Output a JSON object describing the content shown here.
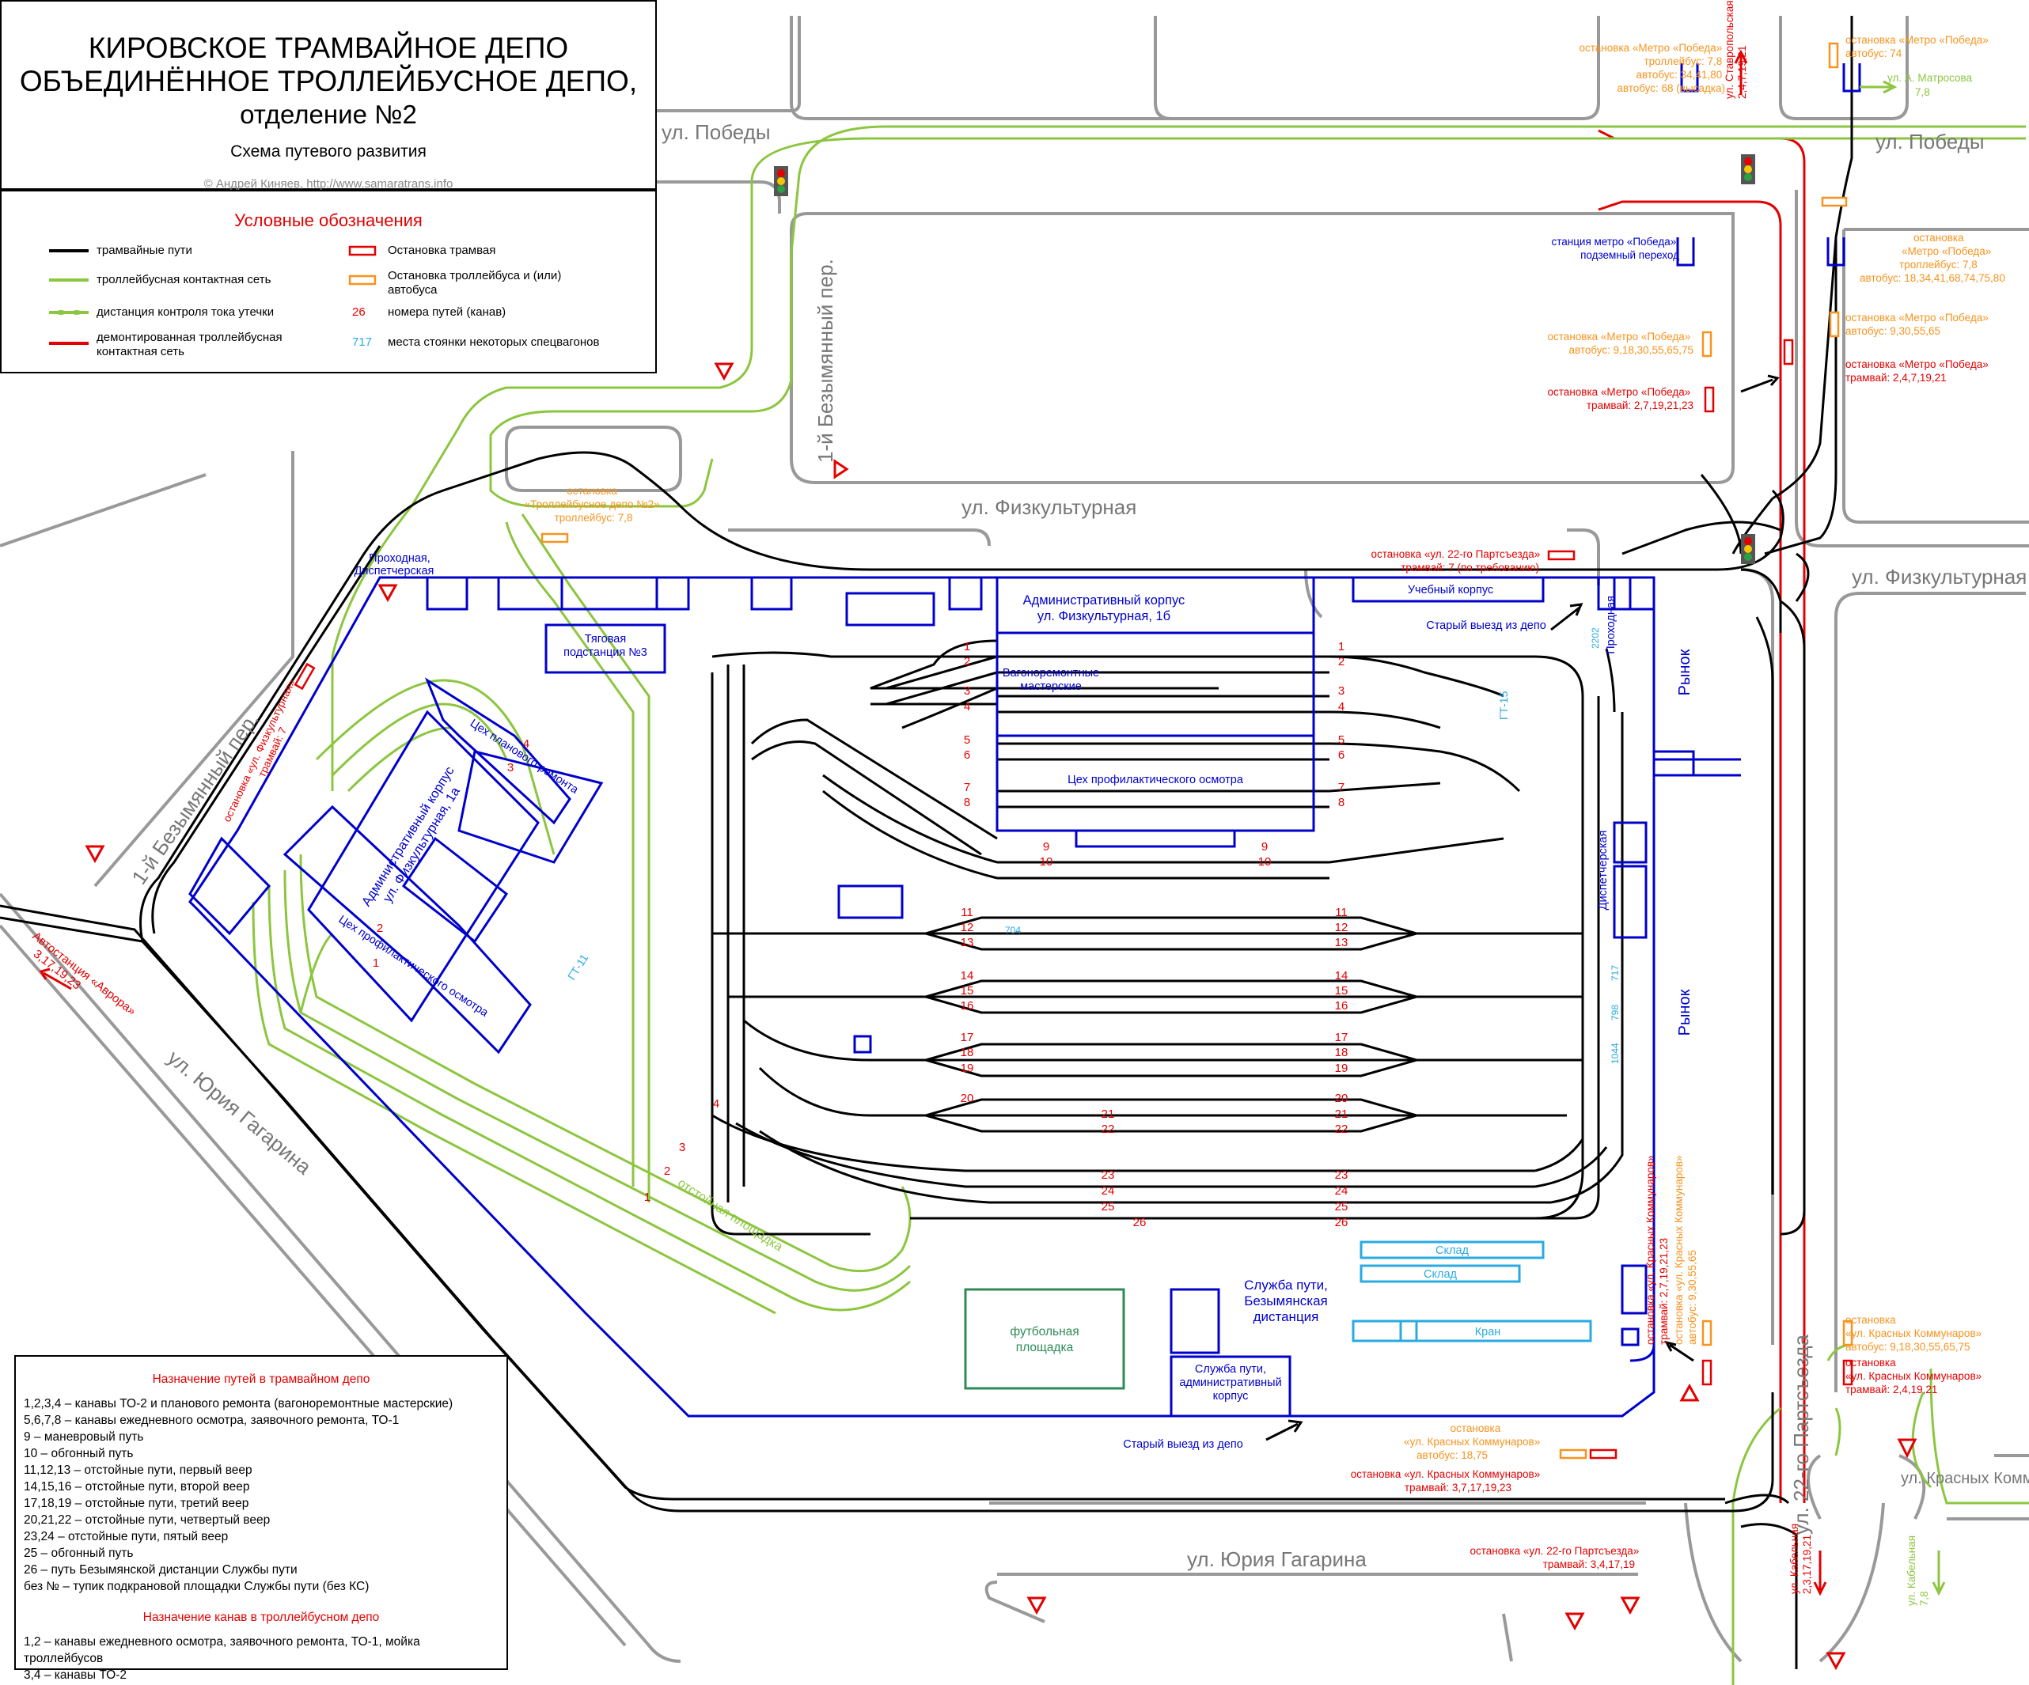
{
  "title": {
    "line1": "КИРОВСКОЕ ТРАМВАЙНОЕ ДЕПО",
    "line2": "ОБЪЕДИНЁННОЕ ТРОЛЛЕЙБУСНОЕ ДЕПО,",
    "line3": "отделение №2",
    "subtitle": "Схема путевого развития",
    "credit": "© Андрей Киняев, http://www.samaratrans.info"
  },
  "legend": {
    "title": "Условные обозначения",
    "items": [
      {
        "label": "трамвайные пути",
        "color": "#000000"
      },
      {
        "label": "троллейбусная контактная сеть",
        "color": "#8cc63f"
      },
      {
        "label": "дистанция контроля тока утечки",
        "color": "#8cc63f"
      },
      {
        "label": "демонтированная троллейбусная контактная сеть",
        "color": "#e30000"
      },
      {
        "label": "Остановка трамвая",
        "color": "#e30000"
      },
      {
        "label": "Остановка троллейбуса и (или) автобуса",
        "color": "#f7931e"
      },
      {
        "label": "номера путей (канав)",
        "sample": "26",
        "color": "#e30000"
      },
      {
        "label": "места стоянки некоторых спецвагонов",
        "sample": "717",
        "color": "#29abe2"
      }
    ]
  },
  "colors": {
    "tram": "#000000",
    "trolley": "#8cc63f",
    "removed": "#e30000",
    "building": "#0000cc",
    "special": "#29abe2",
    "orange": "#f7931e",
    "road": "#999999",
    "field": "#2e8b57"
  },
  "streets": {
    "pobedy_w": "ул. Победы",
    "pobedy_e": "ул. Победы",
    "fizkult_w": "ул. Физкультурная",
    "fizkult_e": "ул. Физкультурная",
    "bezym_n": "1-й Безымянный пер.",
    "bezym_w": "1-й Безымянный пер.",
    "gagarina_w": "ул. Юрия Гагарина",
    "gagarina_s": "ул. Юрия Гагарина",
    "partsezda": "ул. 22-го Партсъезда",
    "krasnykh": "ул. Красных Коммунаров"
  },
  "stops": {
    "s1": [
      "остановка «Метро «Победа»",
      "троллейбус: 7,8",
      "автобус: 34,41,80",
      "автобус: 68 (высадка)"
    ],
    "s2": [
      "остановка «Метро «Победа»",
      "автобус: 74"
    ],
    "s3": [
      "станция метро «Победа»",
      "подземный переход"
    ],
    "s4": [
      "остановка",
      "«Метро «Победа»",
      "троллейбус: 7,8",
      "автобус: 18,34,41,68,74,75,80"
    ],
    "s5": [
      "остановка «Метро «Победа»",
      "автобус: 9,30,55,65"
    ],
    "s6": [
      "остановка «Метро «Победа»",
      "автобус: 9,18,30,55,65,75"
    ],
    "s7": [
      "остановка «Метро «Победа»",
      "трамвай: 2,4,7,19,21"
    ],
    "s8": [
      "остановка «Метро «Победа»",
      "трамвай: 2,7,19,21,23"
    ],
    "s9": [
      "остановка",
      "«Троллейбусное депо №2»",
      "троллейбус: 7,8"
    ],
    "s10": [
      "остановка «ул. 22-го Партсъезда»",
      "трамвай: 7 (по требованию)"
    ],
    "s11": [
      "остановка «ул. Физкультурная»",
      "трамвай: 7"
    ],
    "s12": [
      "Автостанция «Аврора»",
      "3,17,19,23"
    ],
    "s13": [
      "остановка «ул. Красных Коммунаров»",
      "трамвай: 2,7,19,21,23"
    ],
    "s14": [
      "остановка «ул. Красных Коммунаров»",
      "автобус: 9,30,55,65"
    ],
    "s15": [
      "остановка",
      "«ул. Красных Коммунаров»",
      "автобус: 18,75"
    ],
    "s16": [
      "остановка «ул. Красных Коммунаров»",
      "трамвай: 3,7,17,19,23"
    ],
    "s17": [
      "остановка «ул. 22-го Партсъезда»",
      "трамвай: 3,4,17,19"
    ],
    "s18": [
      "остановка",
      "«ул. Красных Коммунаров»",
      "автобус: 9,18,30,55,65,75"
    ],
    "s19": [
      "остановка",
      "«ул. Красных Коммунаров»",
      "трамвай: 2,4,19,21"
    ],
    "matrosova": [
      "ул. А. Матросова",
      "7,8"
    ],
    "stavrop": [
      "ул. Ставропольская",
      "2,4,7,19,21"
    ],
    "kabelnaya1": [
      "ул. Кабельная",
      "2,3,17,19,21"
    ],
    "kabelnaya2": [
      "ул. Кабельная",
      "7,8"
    ]
  },
  "buildings": {
    "prokhodnaya": [
      "Проходная,",
      "Диспетчерская"
    ],
    "tyagovaya": [
      "Тяговая",
      "подстанция №3"
    ],
    "admin1b": [
      "Административный корпус",
      "ул. Физкультурная, 1б"
    ],
    "vagonorem": [
      "Вагоноремонтные",
      "мастерские"
    ],
    "profil": "Цех профилактического осмотра",
    "uchebny": "Учебный корпус",
    "stary_vyezd1": "Старый выезд из депо",
    "stary_vyezd2": "Старый выезд из депо",
    "prokhodnaya2": "Проходная",
    "rynok1": "Рынок",
    "rynok2": "Рынок",
    "dispetch": "Диспетчерская",
    "admin1a": [
      "Административный корпус",
      "ул. Физкультурная, 1а"
    ],
    "plan_rem": "Цех планового ремонта",
    "profil_tb": "Цех профилактического осмотра",
    "sluzhba": [
      "Служба пути,",
      "Безымянская",
      "дистанция"
    ],
    "sluzhba_admin": [
      "Служба пути,",
      "административный",
      "корпус"
    ],
    "sklad1": "Склад",
    "sklad2": "Склад",
    "kran": "Кран",
    "football": [
      "футбольная",
      "площадка"
    ],
    "otstoy": "отстойная площадка"
  },
  "special": {
    "gt15": "ГТ-15",
    "gt11": "ГТ-11",
    "n2202": "2202",
    "n704": "704",
    "n717": "717",
    "n798": "798",
    "n1044": "1044"
  },
  "track_numbers": {
    "left": [
      "1",
      "2",
      "3",
      "4",
      "5",
      "6",
      "7",
      "8",
      "9",
      "10",
      "11",
      "12",
      "13",
      "14",
      "15",
      "16",
      "17",
      "18",
      "19",
      "20",
      "21",
      "22",
      "23",
      "24",
      "25",
      "26"
    ],
    "trolley": [
      "1",
      "2",
      "3",
      "4"
    ]
  },
  "notes": {
    "tram_title": "Назначение путей в трамвайном депо",
    "tram": [
      "1,2,3,4 – канавы ТО-2 и планового ремонта (вагоноремонтные мастерские)",
      "5,6,7,8 – канавы ежедневного осмотра, заявочного ремонта, ТО-1",
      "9 – маневровый путь",
      "10 – обгонный путь",
      "11,12,13 – отстойные пути, первый веер",
      "14,15,16 – отстойные пути, второй веер",
      "17,18,19 – отстойные пути, третий веер",
      "20,21,22 – отстойные пути, четвертый веер",
      "23,24 – отстойные пути, пятый веер",
      "25 – обгонный путь",
      "26 – путь Безымянской дистанции Службы пути",
      "без № – тупик подкрановой площадки Службы пути (без КС)"
    ],
    "trolley_title": "Назначение канав в троллейбусном депо",
    "trolley": [
      "1,2 – канавы ежедневного осмотра, заявочного ремонта, ТО-1, мойка",
      "троллейбусов",
      "3,4 – канавы ТО-2"
    ]
  }
}
